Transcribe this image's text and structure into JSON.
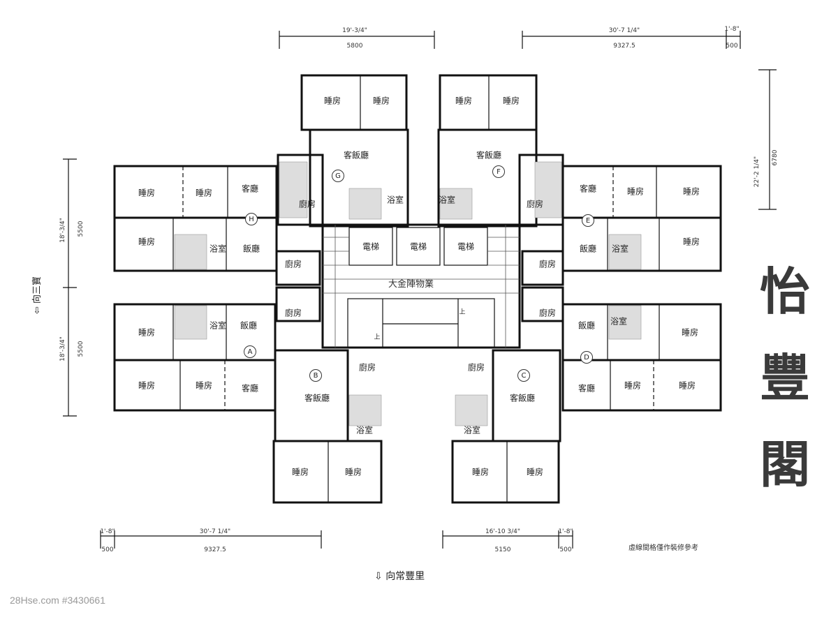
{
  "building_name": [
    "怡",
    "豐",
    "閣"
  ],
  "watermark": "28Hse.com #3430661",
  "note": "虛線間格僅作裝修參考",
  "orientation": {
    "south": "向常豐里",
    "west": "向三寶"
  },
  "lobby_label": "大金陣物業",
  "lift_label": "電梯",
  "stair_up": "上",
  "dimensions": {
    "top_left_imperial": "19'-3/4\"",
    "top_left_metric": "5800",
    "top_right_imperial": "30'-7 1/4\"",
    "top_right_metric": "9327.5",
    "top_right_small_imperial": "1'-8\"",
    "top_right_small_metric": "500",
    "right_imperial": "22'-2 1/4\"",
    "right_metric": "6780",
    "left_upper_imperial": "18'-3/4\"",
    "left_upper_metric": "5500",
    "left_lower_imperial": "18'-3/4\"",
    "left_lower_metric": "5500",
    "bottom_left_small_imperial": "1'-8\"",
    "bottom_left_small_metric": "500",
    "bottom_left_imperial": "30'-7 1/4\"",
    "bottom_left_metric": "9327.5",
    "bottom_right_imperial": "16'-10 3/4\"",
    "bottom_right_metric": "5150",
    "bottom_right_small_imperial": "1'-8\"",
    "bottom_right_small_metric": "500"
  },
  "flats": {
    "A": {
      "id": "A",
      "rooms": [
        "睡房",
        "飯廳",
        "浴室",
        "睡房",
        "睡房",
        "客廳"
      ]
    },
    "B": {
      "id": "B",
      "rooms": [
        "客飯廳",
        "廚房",
        "浴室",
        "睡房",
        "睡房"
      ]
    },
    "C": {
      "id": "C",
      "rooms": [
        "客飯廳",
        "廚房",
        "浴室",
        "睡房",
        "睡房"
      ]
    },
    "D": {
      "id": "D",
      "rooms": [
        "飯廳",
        "浴室",
        "睡房",
        "客廳",
        "睡房",
        "睡房"
      ]
    },
    "E": {
      "id": "E",
      "rooms": [
        "客廳",
        "睡房",
        "睡房",
        "飯廳",
        "浴室",
        "睡房"
      ]
    },
    "F": {
      "id": "F",
      "rooms": [
        "睡房",
        "睡房",
        "客飯廳",
        "浴室",
        "廚房"
      ]
    },
    "G": {
      "id": "G",
      "rooms": [
        "睡房",
        "睡房",
        "客飯廳",
        "浴室",
        "廚房"
      ]
    },
    "H": {
      "id": "H",
      "rooms": [
        "睡房",
        "睡房",
        "客廳",
        "睡房",
        "浴室",
        "飯廳"
      ]
    }
  },
  "kitchens": [
    "廚房",
    "廚房",
    "廚房",
    "廚房"
  ]
}
